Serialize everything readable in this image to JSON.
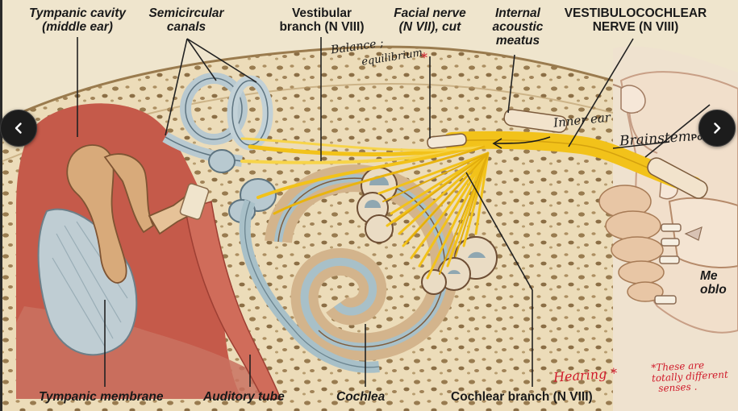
{
  "viewer": {
    "title": ""
  },
  "labels": {
    "tympanic_cavity": "Tympanic cavity",
    "middle_ear": "(middle ear)",
    "semicircular": "Semicircular",
    "canals": "canals",
    "vestibular": "Vestibular",
    "vestibular_branch": "branch (N VIII)",
    "facial_nerve": "Facial nerve",
    "facial_cut": "(N VII), cut",
    "internal": "Internal",
    "acoustic": "acoustic",
    "meatus": "meatus",
    "vestibulocochlear": "VESTIBULOCOCHLEAR",
    "nerve_viii": "NERVE (N VIII)",
    "medulla_1": "Me",
    "medulla_2": "oblo",
    "tympanic_membrane": "Tympanic membrane",
    "auditory_tube": "Auditory tube",
    "cochlea": "Cochlea",
    "cochlear_branch": "Cochlear branch (N VIII)"
  },
  "annotations": {
    "balance": "Balance ;",
    "equilibrium": "equilibrium",
    "inner_ear": "Inner ear",
    "brainstem": "Brainstem",
    "brainstem_tail": "Po",
    "hearing": "Hearing",
    "different_1": "These are",
    "different_2": "totally different",
    "different_3": "senses ."
  },
  "nav": {
    "prev_icon": "chevron-left-icon",
    "next_icon": "chevron-right-icon"
  },
  "colors": {
    "ink": "#d01a2a",
    "nerve": "#f2c21a",
    "bone": "#eadcb7",
    "cavity": "#c9584a"
  }
}
